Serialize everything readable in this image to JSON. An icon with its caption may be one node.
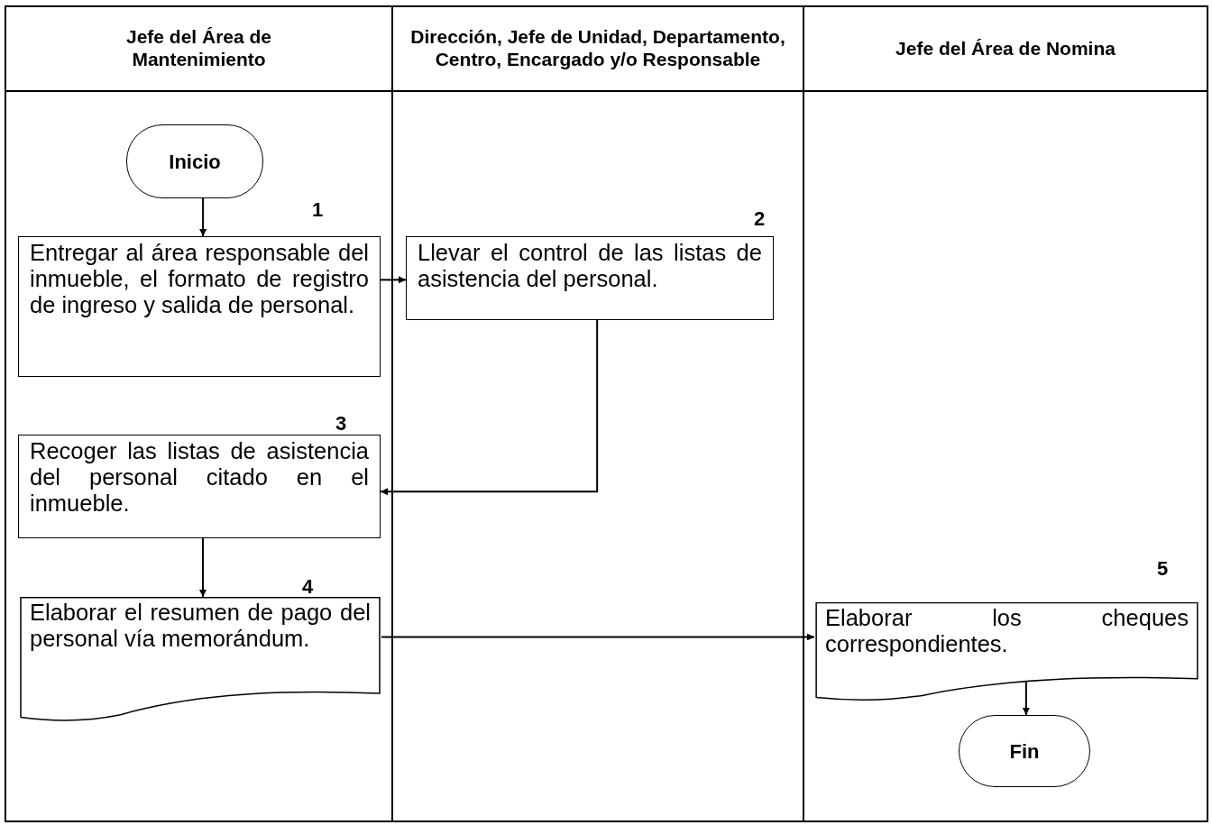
{
  "diagram": {
    "nodes": [
      {
        "text": [
          "Jefe del Área de Mantenimiento"
        ]
      },
      {
        "text": [
          "Dirección, Jefe de Unidad, Departamento, Centro, Encargado y/o Responsable"
        ]
      },
      {
        "text": [
          "Jefe del Área de Nomina"
        ]
      },
      {
        "text": [
          "Inicio"
        ],
        "in": 0
      },
      {
        "text": [
          "1",
          "Entregar al área responsable del inmueble, el formato de registro de ingreso y salida de personal."
        ],
        "in": 0
      },
      {
        "text": [
          "2",
          "Llevar el control de las listas de asistencia del personal."
        ],
        "in": 1
      },
      {
        "text": [
          "3",
          "Recoger las listas de asistencia del personal citado en el inmueble."
        ],
        "in": 0
      },
      {
        "text": [
          "4",
          "Elaborar el resumen de pago del personal vía memorándum."
        ],
        "in": 0
      },
      {
        "text": [
          "5",
          "Elaborar los cheques correspondientes."
        ],
        "in": 2
      },
      {
        "text": [
          "Fin"
        ],
        "in": 2
      }
    ],
    "edges": [
      {
        "from": 3,
        "to": 4,
        "arrow": "to"
      },
      {
        "from": 4,
        "to": 5,
        "arrow": "to"
      },
      {
        "from": 5,
        "to": 6,
        "arrow": "to"
      },
      {
        "from": 6,
        "to": 7,
        "arrow": "to"
      },
      {
        "from": 7,
        "to": 8,
        "arrow": "to"
      },
      {
        "from": 8,
        "to": 9,
        "arrow": "to"
      }
    ]
  }
}
